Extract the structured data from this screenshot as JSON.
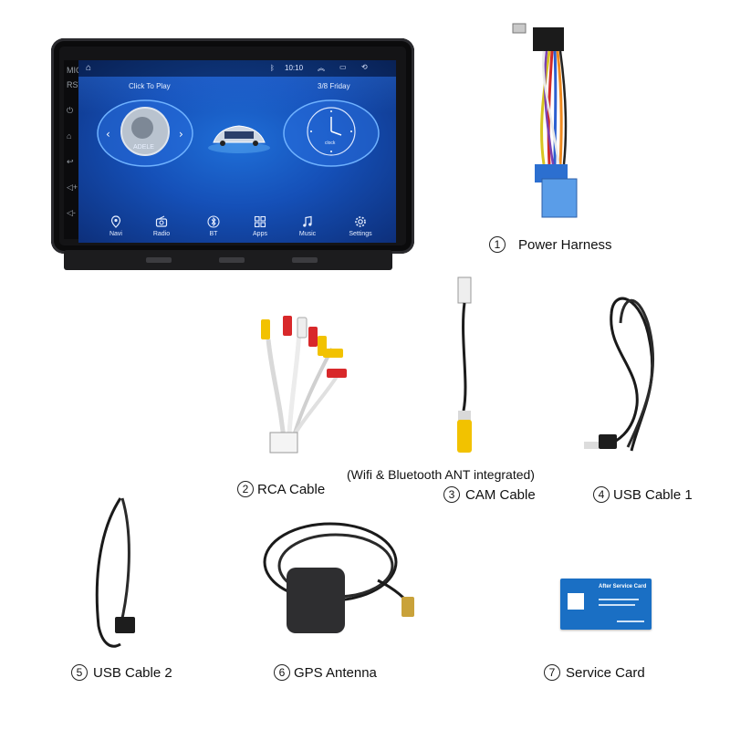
{
  "head_unit": {
    "status_time": "10:10",
    "music_widget_label": "Click To Play",
    "album_text": "ADELE",
    "date_widget_label": "3/8 Friday",
    "clock_text": "clock",
    "dock": [
      "Navi",
      "Radio",
      "BT",
      "Apps",
      "Music",
      "Settings"
    ]
  },
  "items": [
    {
      "number": "1",
      "label": "Power Harness"
    },
    {
      "number": "2",
      "label": "RCA Cable"
    },
    {
      "number": "3",
      "label": "CAM Cable"
    },
    {
      "number": "4",
      "label": "USB Cable 1"
    },
    {
      "number": "5",
      "label": "USB Cable 2"
    },
    {
      "number": "6",
      "label": "GPS Antenna"
    },
    {
      "number": "7",
      "label": "Service Card"
    }
  ],
  "cam_note": "(Wifi & Bluetooth ANT integrated)",
  "service_card": {
    "title": "After Service Card"
  },
  "colors": {
    "screen_blue": "#1550b8",
    "card_blue": "#1a6fc4",
    "rca_yellow": "#f2c200",
    "rca_red": "#d8282a"
  }
}
